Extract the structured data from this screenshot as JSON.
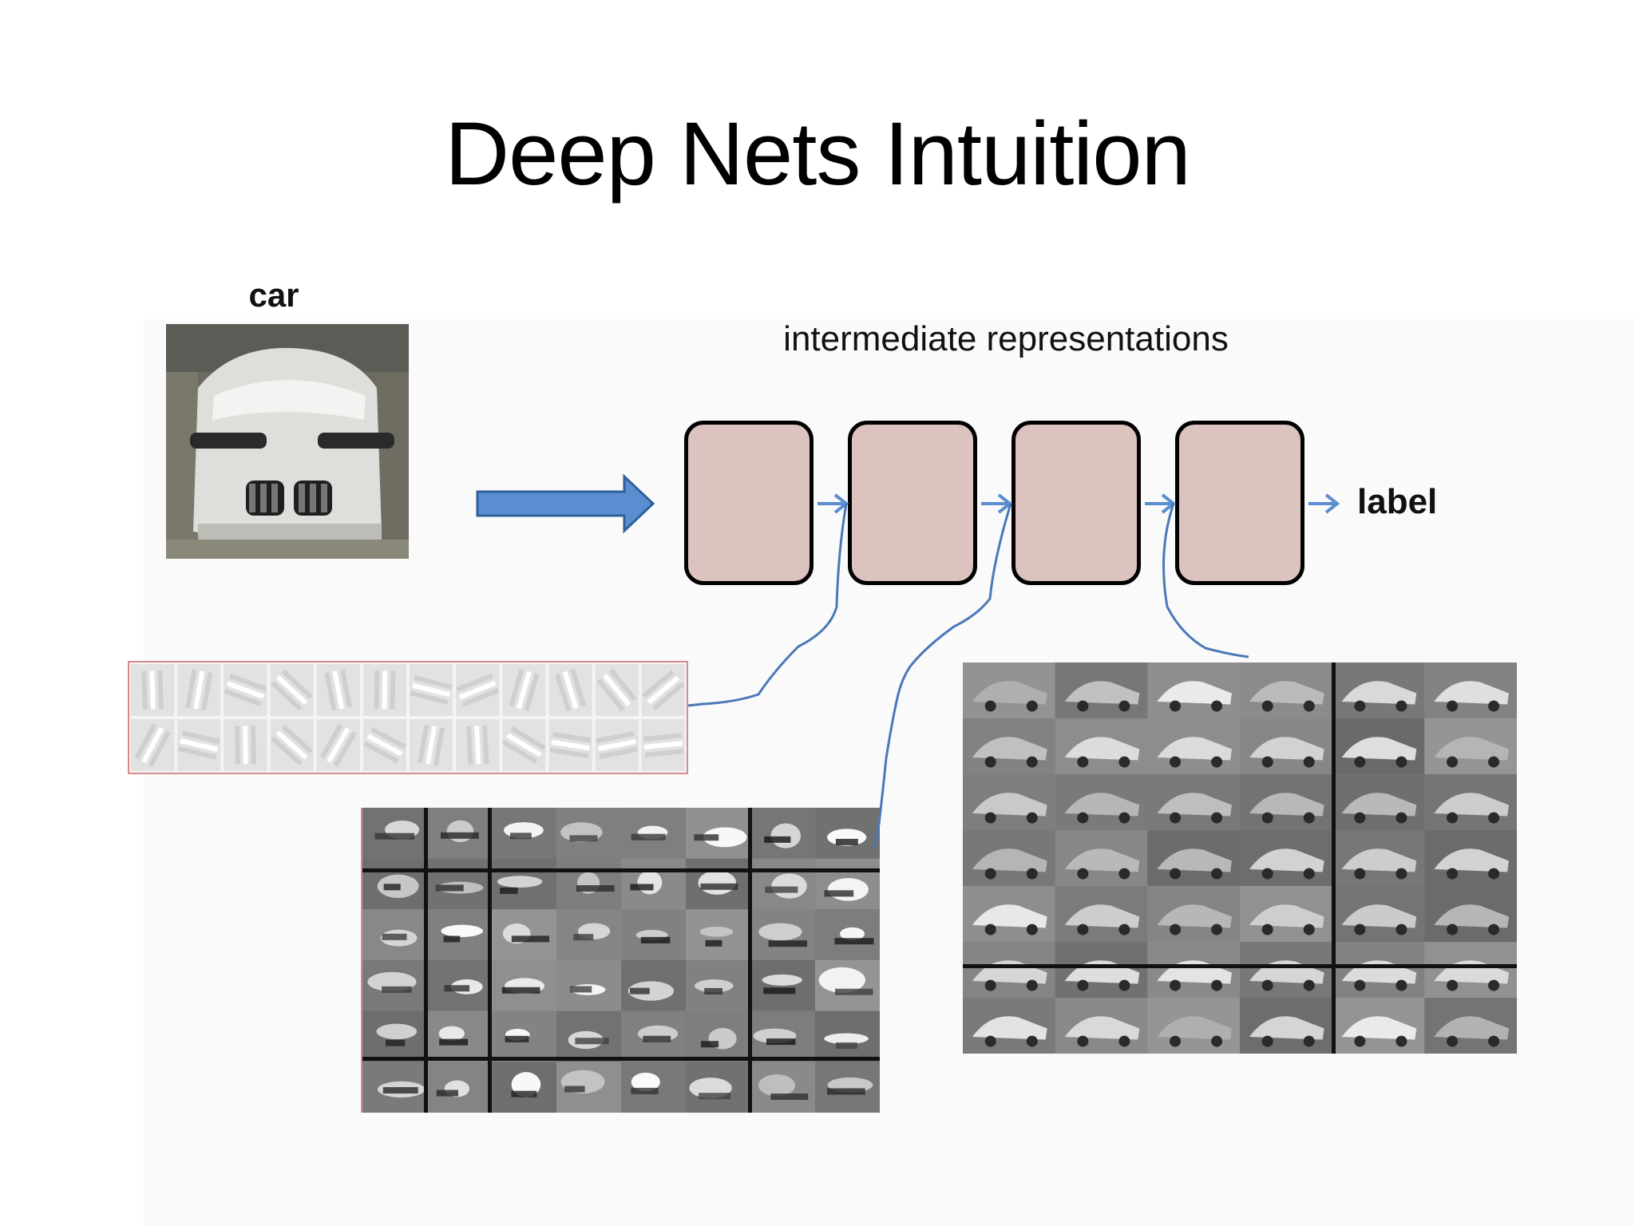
{
  "slide": {
    "title": "Deep Nets Intuition",
    "input_label": "car",
    "intermediate_label": "intermediate representations",
    "output_label": "label"
  },
  "colors": {
    "box_fill": "#dcc3bf",
    "arrow_blue": "#5a8ed0",
    "connector_blue": "#4a78b8"
  },
  "icons": {
    "input_arrow": "right-arrow-icon",
    "flow_arrows": "small-right-arrow-icon"
  }
}
